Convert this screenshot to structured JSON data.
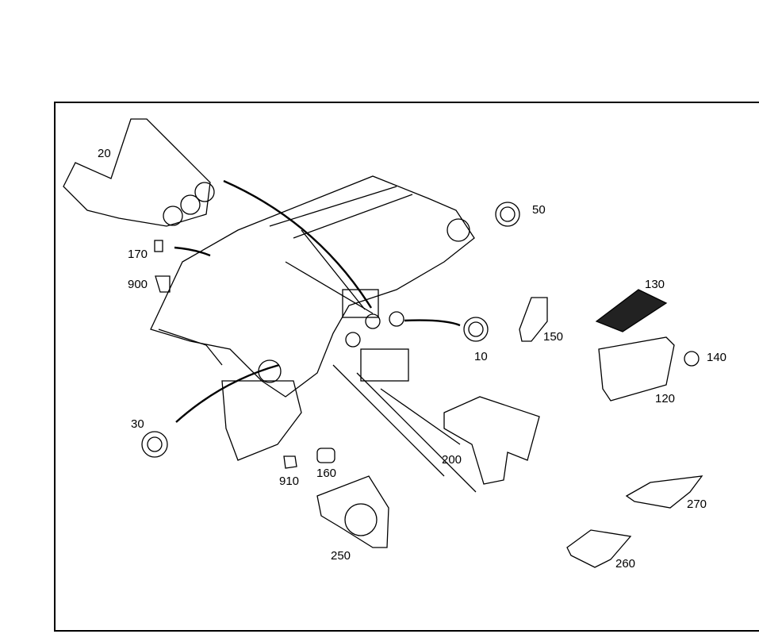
{
  "diagram": {
    "part_numbers": [
      "20",
      "170",
      "900",
      "50",
      "130",
      "150",
      "10",
      "140",
      "120",
      "30",
      "200",
      "910",
      "160",
      "250",
      "270",
      "260"
    ]
  }
}
